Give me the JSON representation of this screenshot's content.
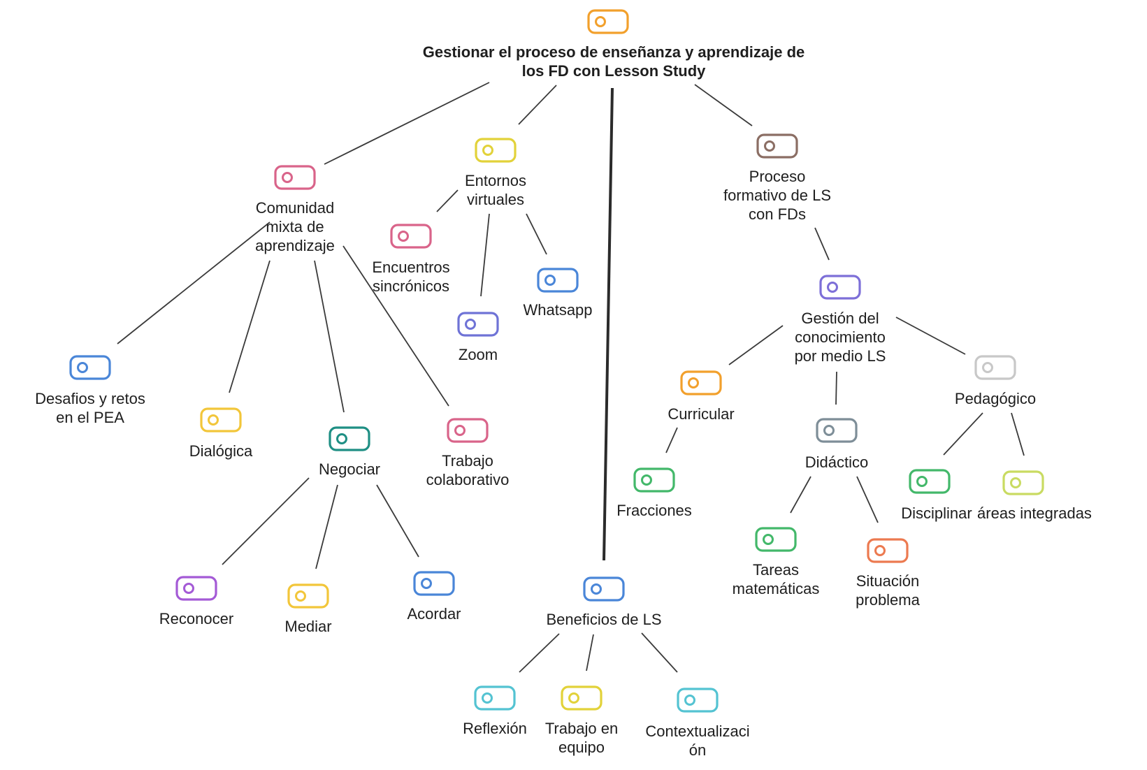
{
  "diagram": {
    "title": "Gestionar el proceso de enseñanza y aprendizaje de\nlos FD con Lesson Study",
    "nodes": [
      {
        "id": "root",
        "label": "Gestionar el proceso de enseñanza y aprendizaje de\nlos FD con Lesson Study",
        "color": "#F2A02C"
      },
      {
        "id": "comunidad",
        "label": "Comunidad\nmixta de\naprendizaje",
        "color": "#D9648A"
      },
      {
        "id": "entornos",
        "label": "Entornos\nvirtuales",
        "color": "#E2D23A"
      },
      {
        "id": "proceso",
        "label": "Proceso\nformativo de LS\ncon FDs",
        "color": "#8B6E64"
      },
      {
        "id": "encuentros",
        "label": "Encuentros\nsincrónicos",
        "color": "#D9648A"
      },
      {
        "id": "zoom",
        "label": "Zoom",
        "color": "#6F73D6"
      },
      {
        "id": "whatsapp",
        "label": "Whatsapp",
        "color": "#4A86D8"
      },
      {
        "id": "desafios",
        "label": "Desafios y retos\nen el PEA",
        "color": "#4A86D8"
      },
      {
        "id": "dialogica",
        "label": "Dialógica",
        "color": "#F2C63A"
      },
      {
        "id": "negociar",
        "label": "Negociar",
        "color": "#1F8F84"
      },
      {
        "id": "trabajo_colab",
        "label": "Trabajo\ncolaborativo",
        "color": "#D9648A"
      },
      {
        "id": "reconocer",
        "label": "Reconocer",
        "color": "#A45AD6"
      },
      {
        "id": "mediar",
        "label": "Mediar",
        "color": "#F2C63A"
      },
      {
        "id": "acordar",
        "label": "Acordar",
        "color": "#4A86D8"
      },
      {
        "id": "beneficios",
        "label": "Beneficios de LS",
        "color": "#4A86D8"
      },
      {
        "id": "reflexion",
        "label": "Reflexión",
        "color": "#54C3D2"
      },
      {
        "id": "trabajo_equipo",
        "label": "Trabajo en\nequipo",
        "color": "#E2D23A"
      },
      {
        "id": "contextualizacion",
        "label": "Contextualizaci\nón",
        "color": "#54C3D2"
      },
      {
        "id": "gestion",
        "label": "Gestión del\nconocimiento\npor medio LS",
        "color": "#7D6FD8"
      },
      {
        "id": "curricular",
        "label": "Curricular",
        "color": "#F2A02C"
      },
      {
        "id": "fracciones",
        "label": "Fracciones",
        "color": "#43B86A"
      },
      {
        "id": "didactico",
        "label": "Didáctico",
        "color": "#7E8E98"
      },
      {
        "id": "tareas",
        "label": "Tareas\nmatemáticas",
        "color": "#43B86A"
      },
      {
        "id": "situacion",
        "label": "Situación\nproblema",
        "color": "#EC7A50"
      },
      {
        "id": "pedagogico",
        "label": "Pedagógico",
        "color": "#C8C8C8"
      },
      {
        "id": "disciplinar",
        "label": "Disciplinar",
        "color": "#43B86A"
      },
      {
        "id": "areas",
        "label": "áreas integradas",
        "color": "#C9DB62"
      }
    ]
  }
}
